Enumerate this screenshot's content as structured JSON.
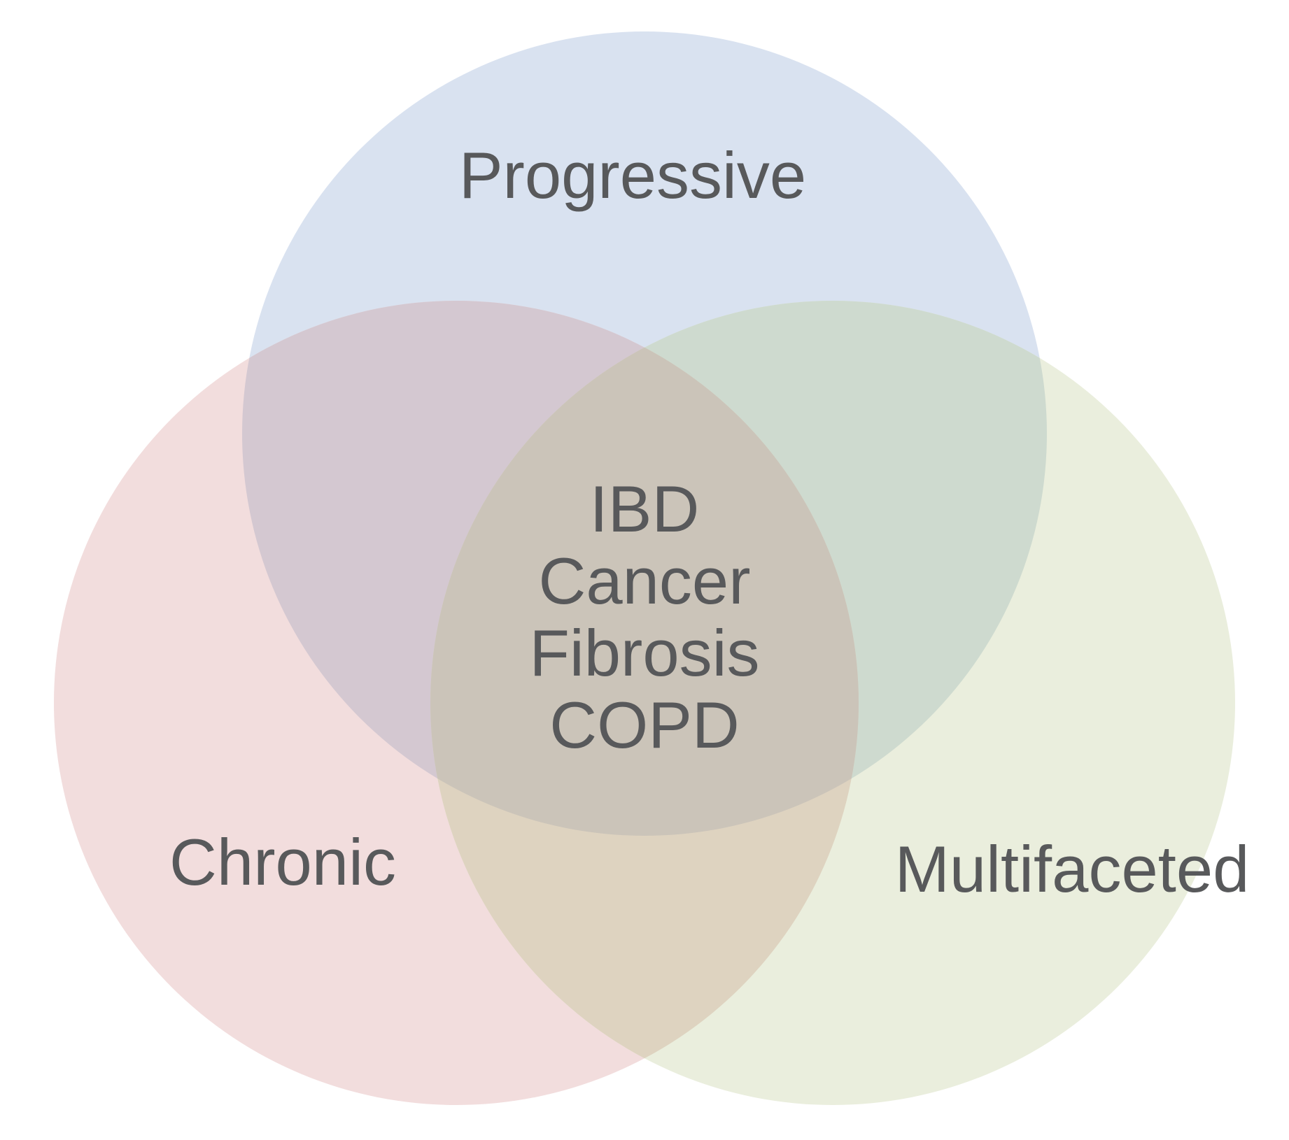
{
  "diagram": {
    "type": "venn-3",
    "background": "#ffffff",
    "text_color": "#58595b",
    "sets": [
      {
        "id": "progressive",
        "label": "Progressive",
        "color": "#d9e2f0"
      },
      {
        "id": "chronic",
        "label": "Chronic",
        "color": "#f2dddd"
      },
      {
        "id": "multifaceted",
        "label": "Multifaceted",
        "color": "#eaeedd"
      }
    ],
    "overlaps": {
      "progressive_chronic": "#d4c8d1",
      "progressive_multifaceted": "#cedacf",
      "chronic_multifaceted": "#ded3c0",
      "all": "#cbc4b9"
    },
    "center_items": [
      "IBD",
      "Cancer",
      "Fibrosis",
      "COPD"
    ]
  }
}
